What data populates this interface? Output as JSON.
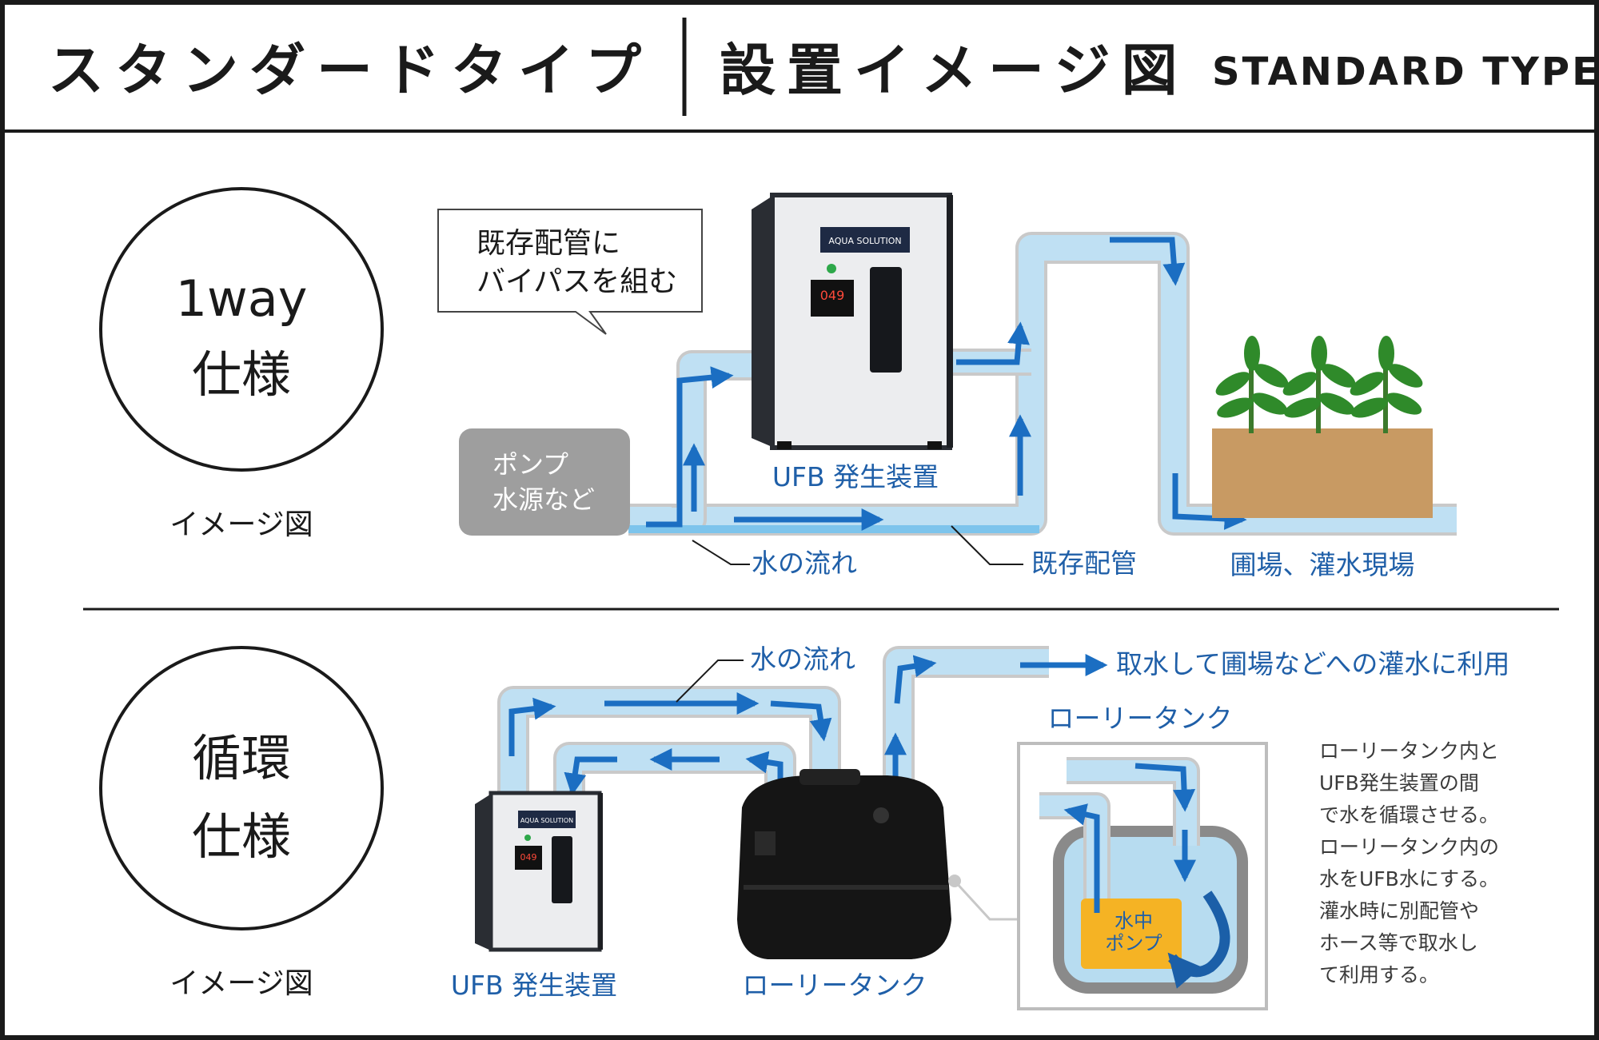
{
  "header": {
    "title_left": "スタンダードタイプ",
    "title_right": "設置イメージ図",
    "title_en": "STANDARD TYPE"
  },
  "section1": {
    "circle_line1": "1way",
    "circle_line2": "仕様",
    "image_caption": "イメージ図",
    "callout_line1": "既存配管に",
    "callout_line2": "バイパスを組む",
    "source_line1": "ポンプ",
    "source_line2": "水源など",
    "device_label": "UFB 発生装置",
    "flow_label": "水の流れ",
    "pipe_label": "既存配管",
    "field_label": "圃場、灌水現場",
    "device_brand": "AQUA SOLUTION",
    "device_display": "049"
  },
  "section2": {
    "circle_line1": "循環",
    "circle_line2": "仕様",
    "image_caption": "イメージ図",
    "flow_label": "水の流れ",
    "outlet_label": "取水して圃場などへの灌水に利用",
    "tank_detail_title": "ローリータンク",
    "pump_line1": "水中",
    "pump_line2": "ポンプ",
    "device_label": "UFB 発生装置",
    "tank_label": "ローリータンク",
    "device_brand": "AQUA SOLUTION",
    "device_display": "049",
    "description": [
      "ローリータンク内と",
      "UFB発生装置の間",
      "で水を循環させる。",
      "ローリータンク内の",
      "水をUFB水にする。",
      "灌水時に別配管や",
      "ホース等で取水し",
      "て利用する。"
    ]
  },
  "colors": {
    "accent_blue": "#1f5fa8",
    "pipe_water": "#bfe0f3",
    "pump_orange": "#f5b324",
    "soil_brown": "#c89a63"
  }
}
